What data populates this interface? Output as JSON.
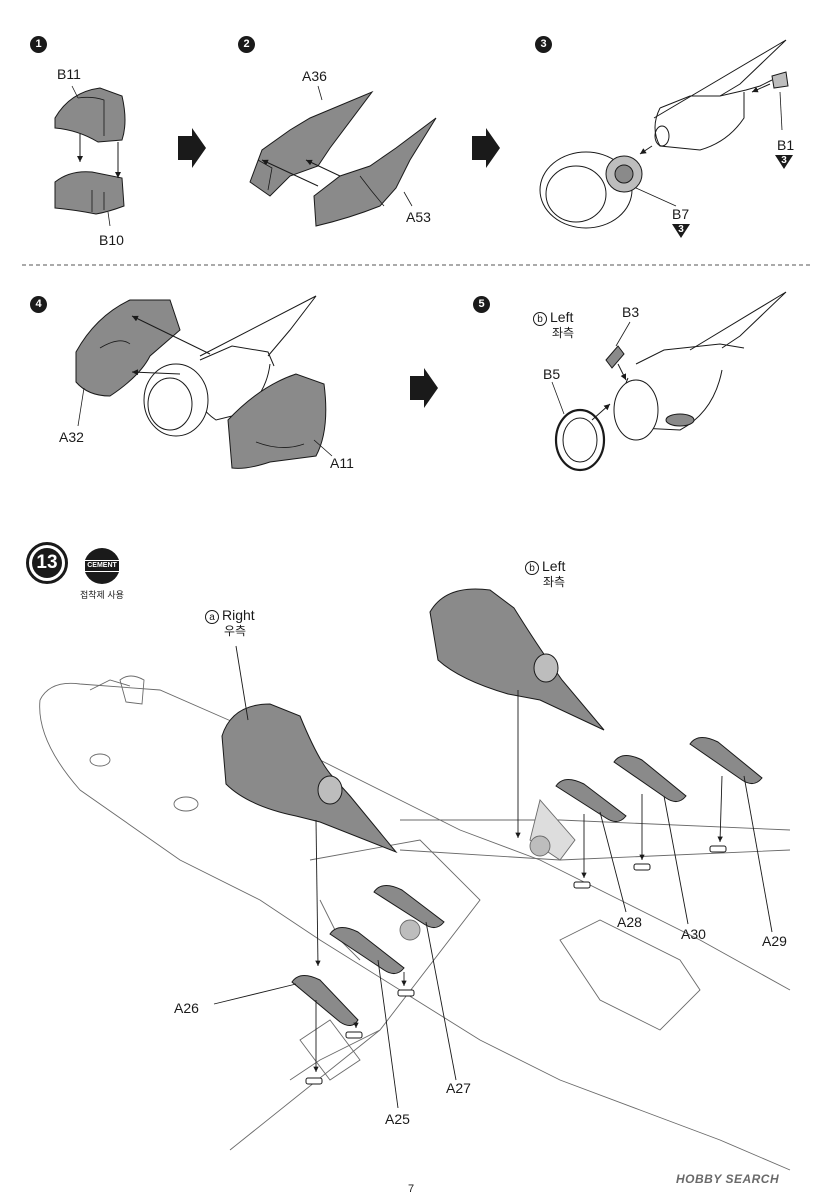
{
  "steps": {
    "s1": {
      "num": "1",
      "labels": {
        "b11": "B11",
        "b10": "B10"
      }
    },
    "s2": {
      "num": "2",
      "labels": {
        "a36": "A36",
        "a53": "A53"
      }
    },
    "s3": {
      "num": "3",
      "labels": {
        "b1": "B1",
        "b7": "B7"
      },
      "ref_b1": "3",
      "ref_b7": "3"
    },
    "s4": {
      "num": "4",
      "labels": {
        "a32": "A32",
        "a11": "A11"
      }
    },
    "s5": {
      "num": "5",
      "labels": {
        "b3": "B3",
        "b5": "B5"
      },
      "side_mark": "b",
      "side_en": "Left",
      "side_ko": "좌측"
    }
  },
  "step13": {
    "number": "13",
    "cement_label": "CEMENT",
    "cement_ko": "접착제 사용",
    "right_mark": "a",
    "right_en": "Right",
    "right_ko": "우측",
    "left_mark": "b",
    "left_en": "Left",
    "left_ko": "좌측",
    "parts": {
      "a26": "A26",
      "a25": "A25",
      "a27": "A27",
      "a28": "A28",
      "a30": "A30",
      "a29": "A29"
    }
  },
  "footer": {
    "page": "7",
    "watermark": "HOBBY SEARCH"
  },
  "colors": {
    "part_gray": "#8a8a8a",
    "line": "#1a1a1a",
    "dash": "#555555"
  }
}
